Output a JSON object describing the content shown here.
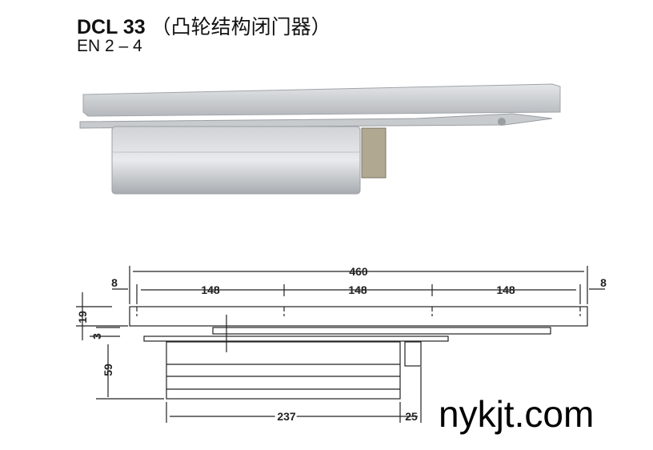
{
  "title": {
    "model": "DCL 33",
    "desc": "（凸轮结构闭门器）"
  },
  "subtitle": "EN 2 – 4",
  "dimensions": {
    "total": "460",
    "hole_spacing": [
      "148",
      "148",
      "148"
    ],
    "end_left": "8",
    "end_right": "8",
    "rail_height": "19",
    "gap": "3",
    "body_height": "59",
    "body_length": "237",
    "arm_offset": "25"
  },
  "watermark": "nykjt.com"
}
